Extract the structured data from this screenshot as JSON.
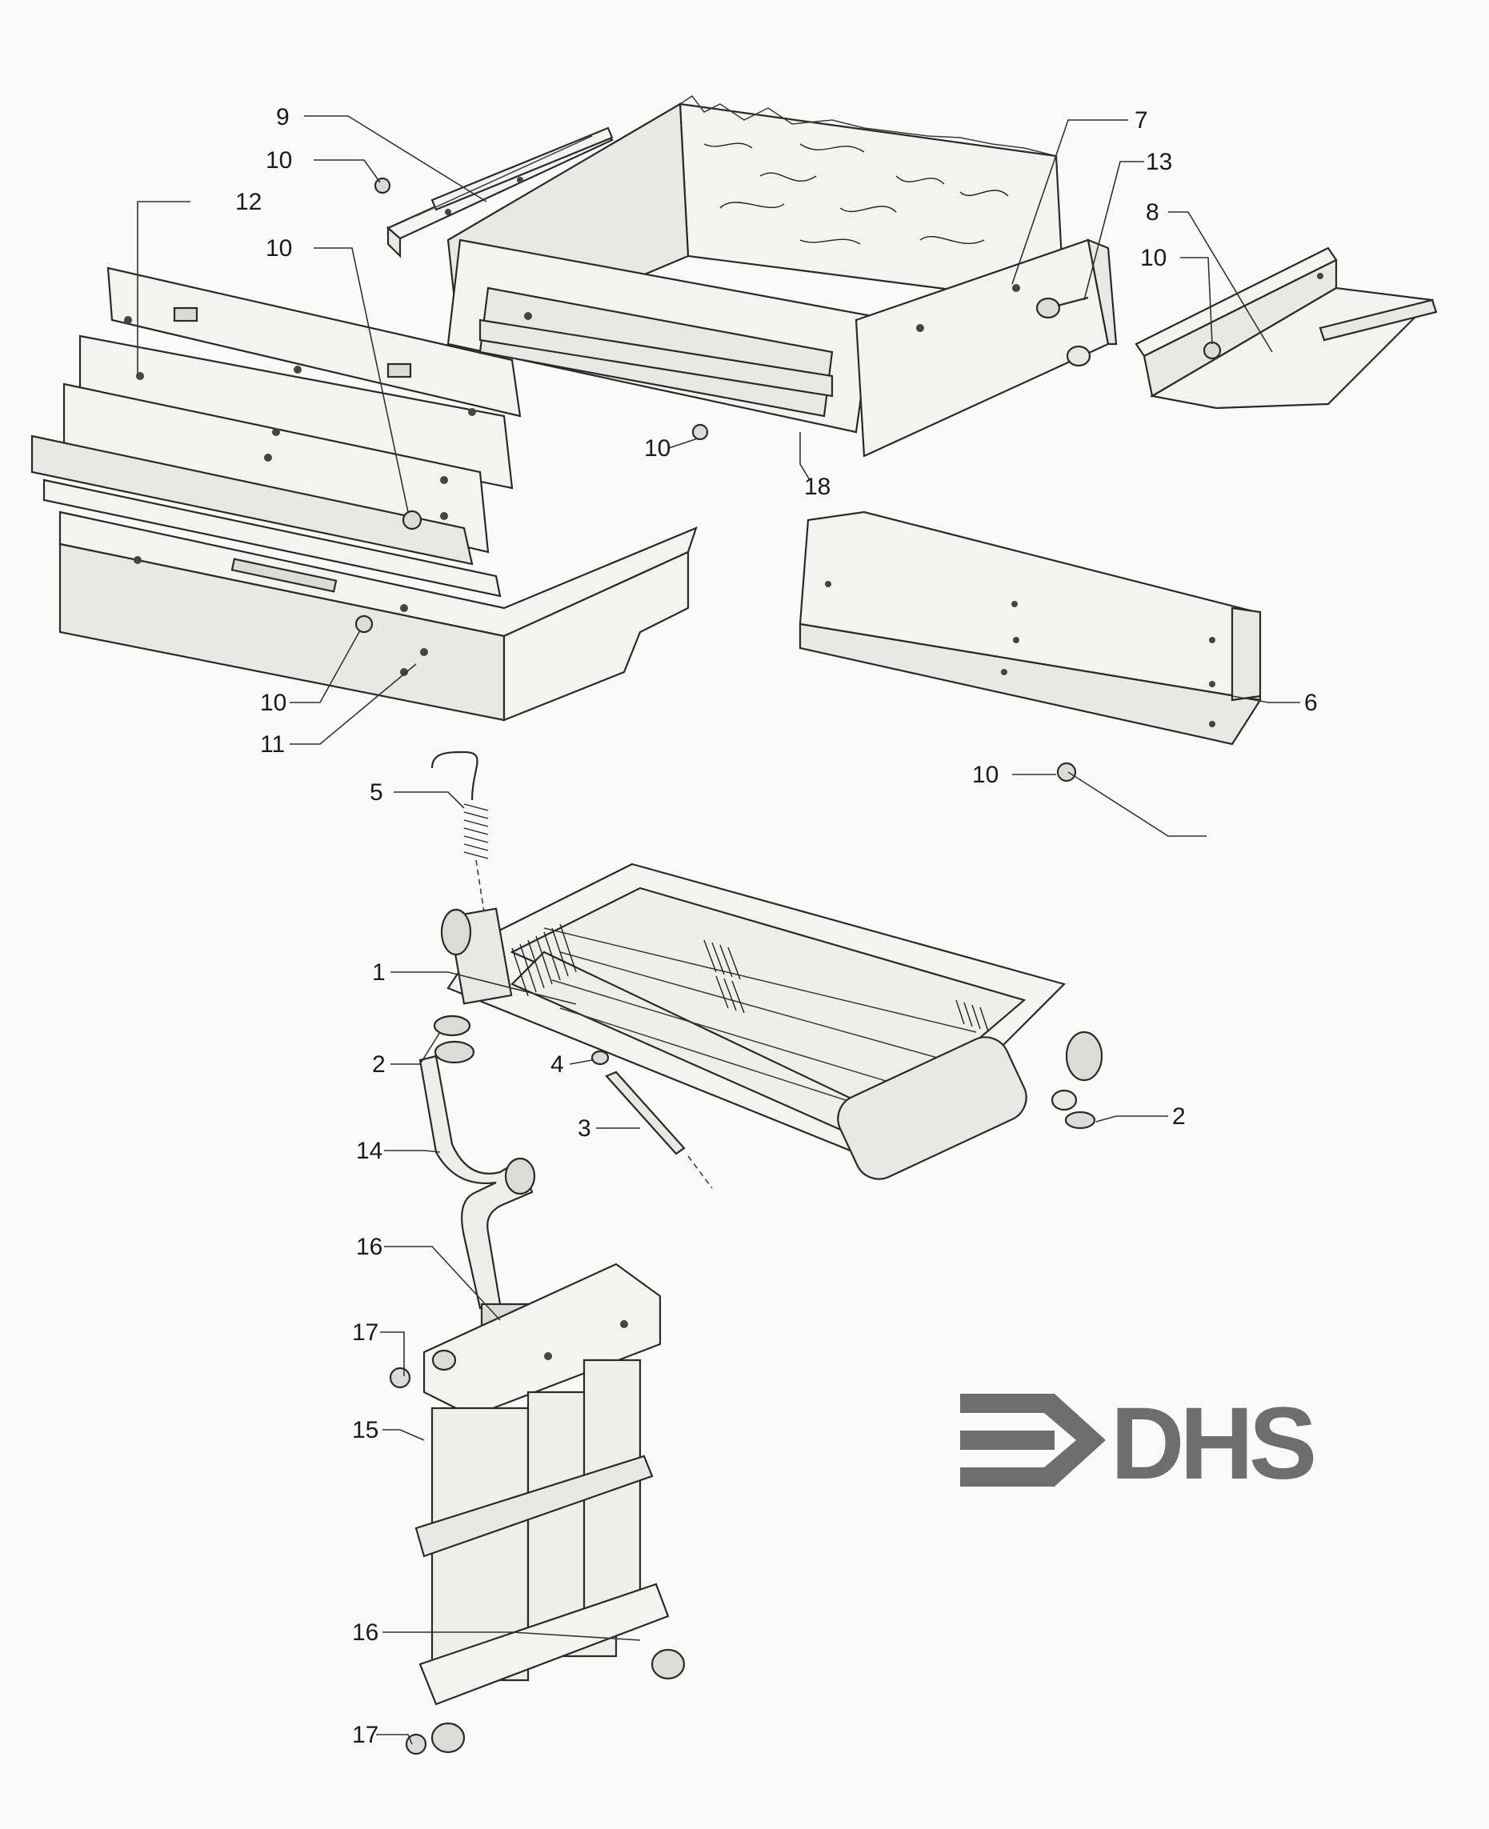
{
  "diagram": {
    "callouts": [
      {
        "id": "c9",
        "text": "9"
      },
      {
        "id": "c10a",
        "text": "10"
      },
      {
        "id": "c12",
        "text": "12"
      },
      {
        "id": "c10b",
        "text": "10"
      },
      {
        "id": "c7",
        "text": "7"
      },
      {
        "id": "c13",
        "text": "13"
      },
      {
        "id": "c8",
        "text": "8"
      },
      {
        "id": "c10c",
        "text": "10"
      },
      {
        "id": "c10d",
        "text": "10"
      },
      {
        "id": "c18",
        "text": "18"
      },
      {
        "id": "c10e",
        "text": "10"
      },
      {
        "id": "c11",
        "text": "11"
      },
      {
        "id": "c6",
        "text": "6"
      },
      {
        "id": "c10f",
        "text": "10"
      },
      {
        "id": "c5",
        "text": "5"
      },
      {
        "id": "c1",
        "text": "1"
      },
      {
        "id": "c2a",
        "text": "2"
      },
      {
        "id": "c4",
        "text": "4"
      },
      {
        "id": "c3",
        "text": "3"
      },
      {
        "id": "c2b",
        "text": "2"
      },
      {
        "id": "c14",
        "text": "14"
      },
      {
        "id": "c16a",
        "text": "16"
      },
      {
        "id": "c17a",
        "text": "17"
      },
      {
        "id": "c15",
        "text": "15"
      },
      {
        "id": "c16b",
        "text": "16"
      },
      {
        "id": "c17b",
        "text": "17"
      }
    ]
  },
  "logo": {
    "text": "DHS",
    "color": "#6e6e6e"
  }
}
